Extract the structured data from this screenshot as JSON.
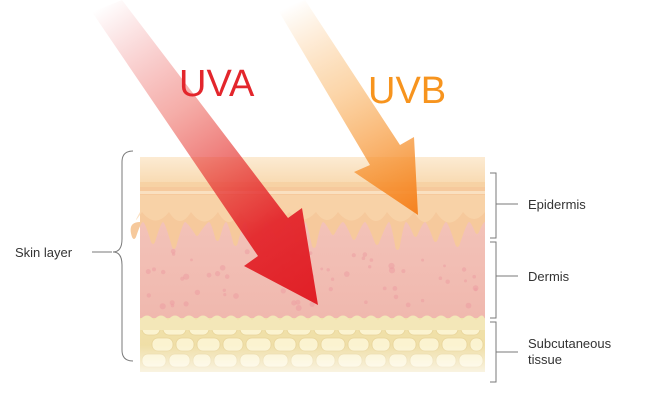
{
  "rays": {
    "uva": {
      "label": "UVA",
      "color": "#e3262c"
    },
    "uvb": {
      "label": "UVB",
      "color": "#f7941e"
    }
  },
  "skin_layer_label": "Skin layer",
  "layers": {
    "epidermis": "Epidermis",
    "dermis": "Dermis",
    "subcutaneous_line1": "Subcutaneous",
    "subcutaneous_line2": "tissue"
  },
  "colors": {
    "epidermis_top": "#fae3c5",
    "epidermis_base": "#f6c99c",
    "dermis": "#f3bfb5",
    "dermis_dots": "#ec9fa3",
    "subcutaneous": "#f3e7b8",
    "fat_cells": "#fbf3d0"
  }
}
